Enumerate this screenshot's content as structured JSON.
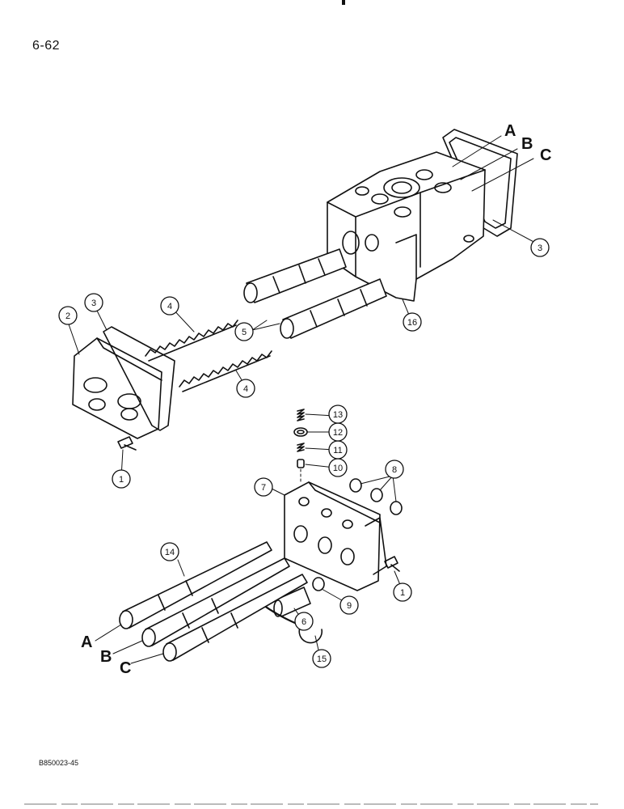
{
  "page": {
    "number": "6-62",
    "figure_code": "B850023-45"
  },
  "callouts": [
    {
      "id": "c1a",
      "label": "1"
    },
    {
      "id": "c1b",
      "label": "1"
    },
    {
      "id": "c2",
      "label": "2"
    },
    {
      "id": "c3a",
      "label": "3"
    },
    {
      "id": "c3b",
      "label": "3"
    },
    {
      "id": "c4a",
      "label": "4"
    },
    {
      "id": "c4b",
      "label": "4"
    },
    {
      "id": "c5",
      "label": "5"
    },
    {
      "id": "c6",
      "label": "6"
    },
    {
      "id": "c7",
      "label": "7"
    },
    {
      "id": "c8",
      "label": "8"
    },
    {
      "id": "c9",
      "label": "9"
    },
    {
      "id": "c10",
      "label": "10"
    },
    {
      "id": "c11",
      "label": "11"
    },
    {
      "id": "c12",
      "label": "12"
    },
    {
      "id": "c13",
      "label": "13"
    },
    {
      "id": "c14",
      "label": "14"
    },
    {
      "id": "c15",
      "label": "15"
    },
    {
      "id": "c16",
      "label": "16"
    }
  ],
  "letters": [
    {
      "id": "top-a",
      "label": "A"
    },
    {
      "id": "top-b",
      "label": "B"
    },
    {
      "id": "top-c",
      "label": "C"
    },
    {
      "id": "bot-a",
      "label": "A"
    },
    {
      "id": "bot-b",
      "label": "B"
    },
    {
      "id": "bot-c",
      "label": "C"
    }
  ]
}
